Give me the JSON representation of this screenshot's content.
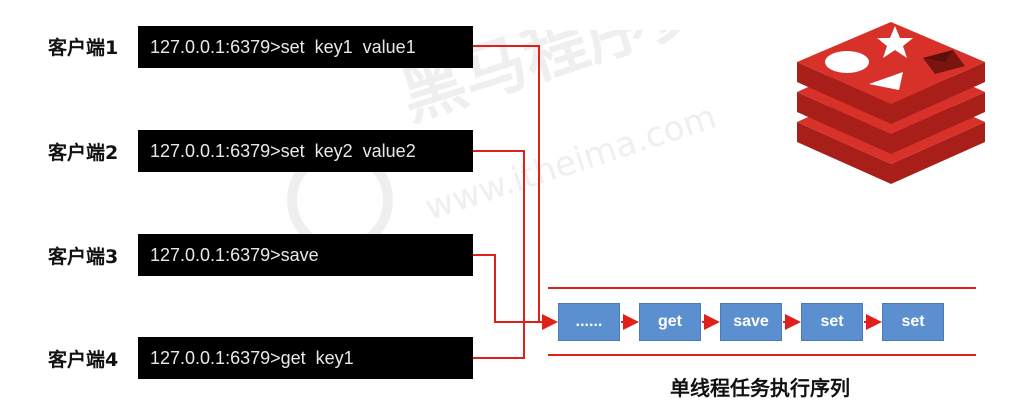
{
  "clients": [
    {
      "label": "客户端1",
      "command": "127.0.0.1:6379>set  key1  value1"
    },
    {
      "label": "客户端2",
      "command": "127.0.0.1:6379>set  key2  value2"
    },
    {
      "label": "客户端3",
      "command": "127.0.0.1:6379>save"
    },
    {
      "label": "客户端4",
      "command": "127.0.0.1:6379>get  key1"
    }
  ],
  "queue": {
    "items": [
      "......",
      "get",
      "save",
      "set",
      "set"
    ],
    "caption": "单线程任务执行序列"
  },
  "watermark": {
    "brand": "黑马程序员",
    "site": "www.itheima.com"
  },
  "colors": {
    "line": "#e0201b",
    "queue_box": "#5b8fd0",
    "terminal_bg": "#000000",
    "logo_top": "#d8312a",
    "logo_side": "#a81f1a"
  },
  "icons": [
    "redis-logo-icon"
  ]
}
